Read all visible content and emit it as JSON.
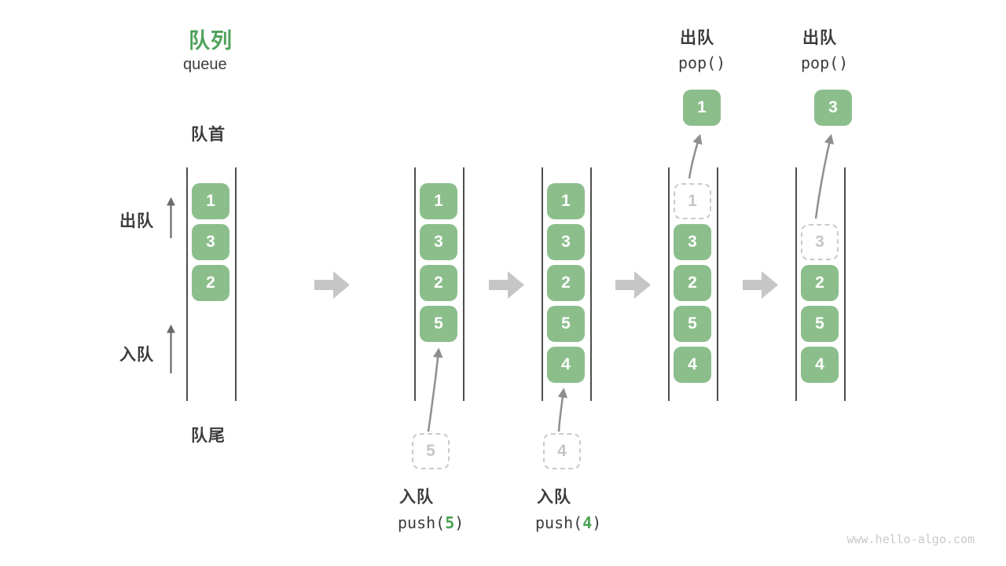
{
  "title": {
    "zh": "队列",
    "en": "queue"
  },
  "side_labels": {
    "front": "队首",
    "rear": "队尾",
    "dequeue": "出队",
    "enqueue": "入队"
  },
  "ops": {
    "push5": {
      "label": "入队",
      "fn": "push(",
      "arg": "5",
      "close": ")"
    },
    "push4": {
      "label": "入队",
      "fn": "push(",
      "arg": "4",
      "close": ")"
    },
    "pop1": {
      "label": "出队",
      "fn": "pop()"
    },
    "pop2": {
      "label": "出队",
      "fn": "pop()"
    }
  },
  "states": [
    {
      "name": "initial",
      "slots": [
        "1",
        "3",
        "2"
      ]
    },
    {
      "name": "after-push-5",
      "slots": [
        "1",
        "3",
        "2",
        "5"
      ],
      "incoming": "5"
    },
    {
      "name": "after-push-4",
      "slots": [
        "1",
        "3",
        "2",
        "5",
        "4"
      ],
      "incoming": "4"
    },
    {
      "name": "after-pop-1",
      "ghost": "1",
      "slots": [
        "3",
        "2",
        "5",
        "4"
      ],
      "popped": "1"
    },
    {
      "name": "after-pop-3",
      "ghost": "3",
      "slots": [
        "2",
        "5",
        "4"
      ],
      "popped": "3"
    }
  ],
  "colors": {
    "box_green": "#8CBE8C",
    "accent_green": "#4BA351",
    "title_green": "#4FA25A",
    "flow_arrow_gray": "#C6C6C6",
    "curve_arrow_gray": "#8F8F8F",
    "line_dark": "#4D4D4D",
    "ghost_gray": "#C6C6C6",
    "text_dark": "#3C3C3C"
  },
  "watermark": "www.hello-algo.com"
}
